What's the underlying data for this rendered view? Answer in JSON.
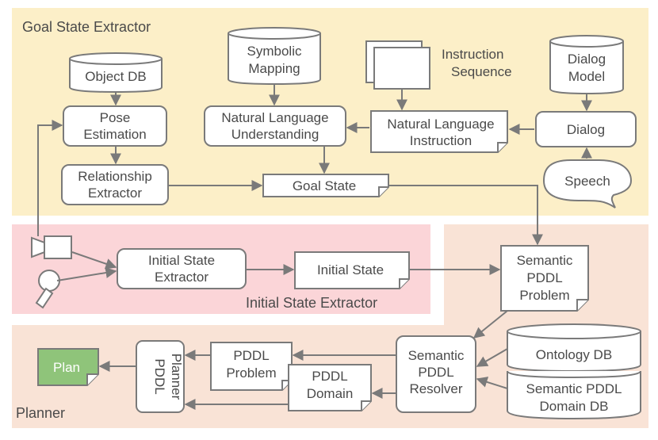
{
  "regions": {
    "goal": "Goal State Extractor",
    "initial": "Initial State Extractor",
    "planner": "Planner"
  },
  "nodes": {
    "object_db": "Object DB",
    "symbolic_mapping": [
      "Symbolic",
      "Mapping"
    ],
    "instruction_sequence": [
      "Instruction",
      "Sequence"
    ],
    "dialog_model": [
      "Dialog",
      "Model"
    ],
    "pose_estimation": [
      "Pose",
      "Estimation"
    ],
    "nlu": [
      "Natural Language",
      "Understanding"
    ],
    "nl_instruction": [
      "Natural Language",
      "Instruction"
    ],
    "dialog": "Dialog",
    "relationship_extractor": [
      "Relationship",
      "Extractor"
    ],
    "goal_state": "Goal State",
    "speech": "Speech",
    "initial_state_extractor": [
      "Initial State",
      "Extractor"
    ],
    "initial_state": "Initial State",
    "semantic_pddl_problem": [
      "Semantic",
      "PDDL",
      "Problem"
    ],
    "plan": "Plan",
    "pddl_planner": [
      "PDDL",
      "Planner"
    ],
    "pddl_problem": [
      "PDDL",
      "Problem"
    ],
    "pddl_domain": [
      "PDDL",
      "Domain"
    ],
    "semantic_pddl_resolver": [
      "Semantic",
      "PDDL",
      "Resolver"
    ],
    "ontology_db": "Ontology DB",
    "semantic_pddl_domain_db": [
      "Semantic PDDL",
      "Domain DB"
    ]
  },
  "colors": {
    "goal_region": "#fcefc8",
    "initial_region": "#fbd5d8",
    "planner_region": "#f9e3d6",
    "plan_fill": "#8fc47a",
    "stroke": "#7a7a7a",
    "text": "#4a4a4a"
  },
  "icons": [
    "camera-icon",
    "magnifier-icon"
  ]
}
